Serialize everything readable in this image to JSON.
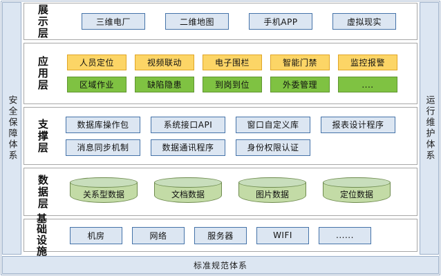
{
  "diagram": {
    "left_rail": {
      "label": "安全保障体系"
    },
    "right_rail": {
      "label": "运行维护体系"
    },
    "bottom_bar": {
      "label": "标准规范体系"
    },
    "layers": [
      {
        "key": "presentation",
        "label": "展示层",
        "label_style": "vertical",
        "rows": [
          {
            "style": "blue",
            "items": [
              {
                "label": "三维电厂"
              },
              {
                "label": "二维地图"
              },
              {
                "label": "手机APP"
              },
              {
                "label": "虚拟现实"
              }
            ]
          }
        ]
      },
      {
        "key": "application",
        "label": "应用层",
        "label_style": "vertical",
        "rows": [
          {
            "style": "amber",
            "items": [
              {
                "label": "人员定位"
              },
              {
                "label": "视频联动"
              },
              {
                "label": "电子围栏"
              },
              {
                "label": "智能门禁"
              },
              {
                "label": "监控报警"
              }
            ]
          },
          {
            "style": "green",
            "items": [
              {
                "label": "区域作业"
              },
              {
                "label": "缺陷隐患"
              },
              {
                "label": "到岗到位"
              },
              {
                "label": "外委管理"
              },
              {
                "label": "...."
              }
            ]
          }
        ]
      },
      {
        "key": "support",
        "label": "支撑层",
        "label_style": "vertical",
        "rows": [
          {
            "style": "blue",
            "items": [
              {
                "label": "数据库操作包"
              },
              {
                "label": "系统接口API"
              },
              {
                "label": "窗口自定义库"
              },
              {
                "label": "报表设计程序"
              }
            ]
          },
          {
            "style": "blue",
            "items": [
              {
                "label": "消息同步机制"
              },
              {
                "label": "数据通讯程序"
              },
              {
                "label": "身份权限认证"
              }
            ]
          }
        ]
      },
      {
        "key": "data",
        "label": "数据层",
        "label_style": "vertical",
        "rows": [
          {
            "style": "cylinder",
            "items": [
              {
                "label": "关系型数据"
              },
              {
                "label": "文档数据"
              },
              {
                "label": "图片数据"
              },
              {
                "label": "定位数据"
              }
            ]
          }
        ]
      },
      {
        "key": "infrastructure",
        "label": "基础设施",
        "label_style": "two-line",
        "rows": [
          {
            "style": "infra",
            "items": [
              {
                "label": "机房"
              },
              {
                "label": "网络"
              },
              {
                "label": "服务器"
              },
              {
                "label": "WIFI"
              },
              {
                "label": "......"
              }
            ]
          }
        ]
      }
    ],
    "colors": {
      "panel_border": "#a6a6a6",
      "frame_border": "#9aaec8",
      "rail_fill": "#dce6f2",
      "blue_fill": "#dce6f2",
      "blue_border": "#4472a8",
      "amber_fill": "#fcd566",
      "amber_border": "#e0a526",
      "green_fill": "#7fc242",
      "green_border": "#5f9430",
      "cylinder_fill": "#c3dba6",
      "cylinder_top": "#c8debc",
      "cylinder_border": "#6d8a4d"
    }
  }
}
